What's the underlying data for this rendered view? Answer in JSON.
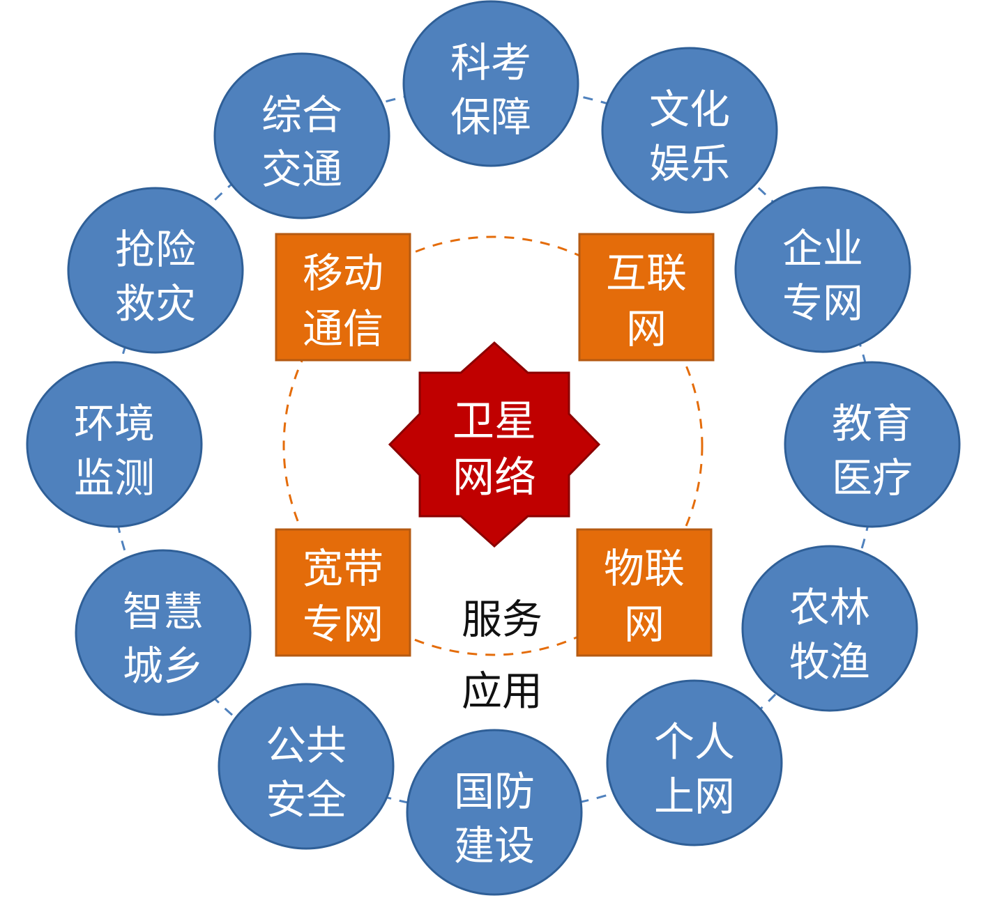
{
  "colors": {
    "app_circle_fill": "#4f81bd",
    "app_circle_stroke": "#2f5f97",
    "network_box_fill": "#e46c0a",
    "network_box_stroke": "#b55a12",
    "hub_fill": "#c00000",
    "hub_stroke": "#8b0000",
    "outer_ring_dash": "#4f81bd",
    "inner_ring_dash": "#e46c0a"
  },
  "hub": {
    "line1": "卫星",
    "line2": "网络"
  },
  "networks": [
    {
      "id": "mobile",
      "line1": "移动",
      "line2": "通信"
    },
    {
      "id": "internet",
      "line1": "互联",
      "line2": "网"
    },
    {
      "id": "broadband",
      "line1": "宽带",
      "line2": "专网"
    },
    {
      "id": "iot",
      "line1": "物联",
      "line2": "网"
    }
  ],
  "center_label": {
    "line1": "服务",
    "line2": "应用"
  },
  "applications": [
    {
      "id": "science",
      "line1": "科考",
      "line2": "保障"
    },
    {
      "id": "culture",
      "line1": "文化",
      "line2": "娱乐"
    },
    {
      "id": "enterprise",
      "line1": "企业",
      "line2": "专网"
    },
    {
      "id": "education",
      "line1": "教育",
      "line2": "医疗"
    },
    {
      "id": "agriculture",
      "line1": "农林",
      "line2": "牧渔"
    },
    {
      "id": "personal",
      "line1": "个人",
      "line2": "上网"
    },
    {
      "id": "defense",
      "line1": "国防",
      "line2": "建设"
    },
    {
      "id": "public-safety",
      "line1": "公共",
      "line2": "安全"
    },
    {
      "id": "smart-city",
      "line1": "智慧",
      "line2": "城乡"
    },
    {
      "id": "environment",
      "line1": "环境",
      "line2": "监测"
    },
    {
      "id": "disaster",
      "line1": "抢险",
      "line2": "救灾"
    },
    {
      "id": "transport",
      "line1": "综合",
      "line2": "交通"
    }
  ]
}
